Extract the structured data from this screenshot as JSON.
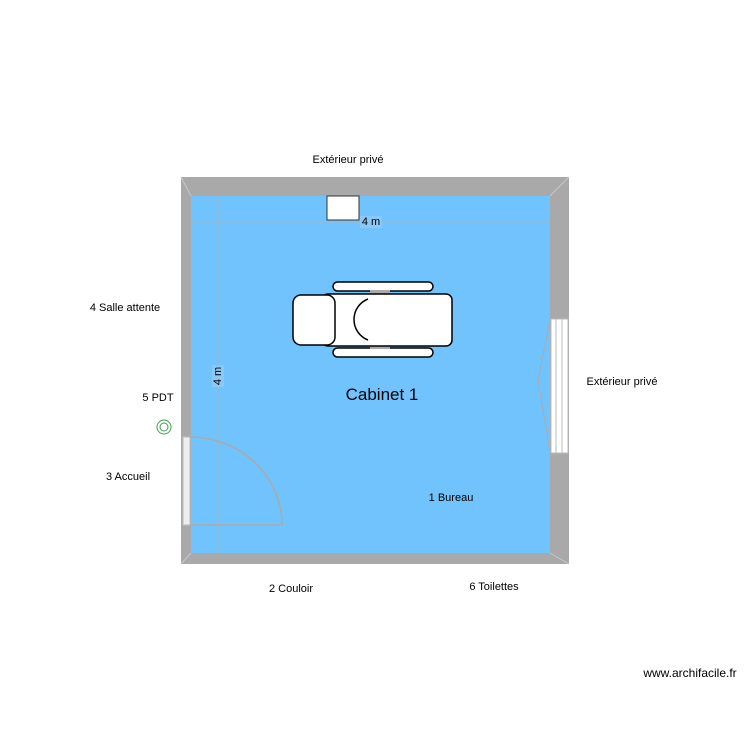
{
  "room": {
    "name": "Cabinet 1",
    "floor_color": "#70c3fd",
    "wall_color": "#a9a9a9"
  },
  "dimensions": {
    "width": "4 m",
    "height": "4 m"
  },
  "neighbors": {
    "top": "Extérieur privé",
    "right": "Extérieur privé",
    "salle_attente": "4 Salle attente",
    "pdt": "5 PDT",
    "accueil": "3 Accueil",
    "couloir": "2 Couloir",
    "toilettes": "6 Toilettes",
    "bureau": "1 Bureau"
  },
  "watermark": "www.archifacile.fr"
}
